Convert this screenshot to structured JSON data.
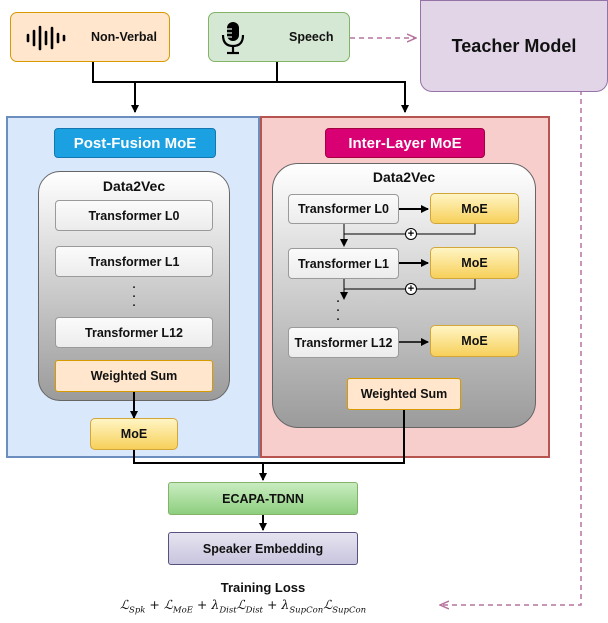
{
  "inputs": {
    "nonverbal": "Non-Verbal",
    "speech": "Speech"
  },
  "teacher": "Teacher Model",
  "post_fusion": {
    "title": "Post-Fusion MoE",
    "encoder": "Data2Vec",
    "layers": [
      "Transformer L0",
      "Transformer L1",
      "Transformer L12"
    ],
    "ellipsis": ".\n.\n.",
    "weighted_sum": "Weighted Sum",
    "moe": "MoE"
  },
  "inter_layer": {
    "title": "Inter-Layer MoE",
    "encoder": "Data2Vec",
    "layers": [
      "Transformer L0",
      "Transformer L1",
      "Transformer L12"
    ],
    "moe": [
      "MoE",
      "MoE",
      "MoE"
    ],
    "plus": [
      "+",
      "+"
    ],
    "ellipsis": ".\n.\n.",
    "weighted_sum": "Weighted Sum"
  },
  "ecapa": "ECAPA-TDNN",
  "speaker_embedding": "Speaker Embedding",
  "training_loss": "Training Loss",
  "loss_formula": {
    "L": "ℒ",
    "lambda": "λ",
    "plus": "+",
    "spk": "Spk",
    "moe": "MoE",
    "dist": "Dist",
    "supcon": "SupCon"
  },
  "colors": {
    "post_fusion_bg": "#dae8fc",
    "post_fusion_border": "#6c8ebf",
    "post_fusion_title": "#1ba1e2",
    "inter_layer_bg": "#f8cecc",
    "inter_layer_border": "#b85450",
    "inter_layer_title": "#d80073",
    "teacher_bg": "#e1d5e7",
    "teacher_border": "#9673a6",
    "nonverbal_bg": "#ffe6cc",
    "nonverbal_border": "#d79b00",
    "speech_bg": "#d5e8d4",
    "speech_border": "#82b366",
    "ecapa": "#8ecf7f",
    "speaker_embedding": "#d0cee2",
    "dashed": "#b5739d"
  },
  "icons": {
    "nonverbal": "audio-wave-icon",
    "speech": "microphone-icon"
  }
}
